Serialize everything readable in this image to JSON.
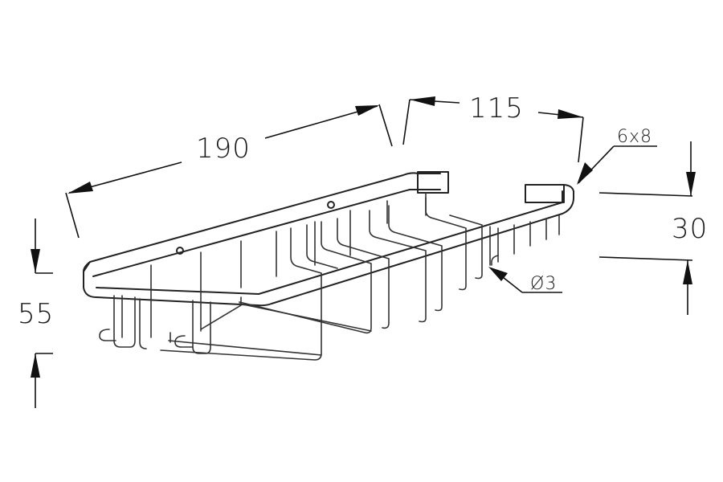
{
  "drawing": {
    "dimensions": {
      "length": "190",
      "depth": "115",
      "bracket_slot": "6x8",
      "height_rear": "30",
      "height_total": "55",
      "wire_diameter": "Ø3"
    },
    "colors": {
      "line": "#111111",
      "background": "#ffffff"
    }
  }
}
